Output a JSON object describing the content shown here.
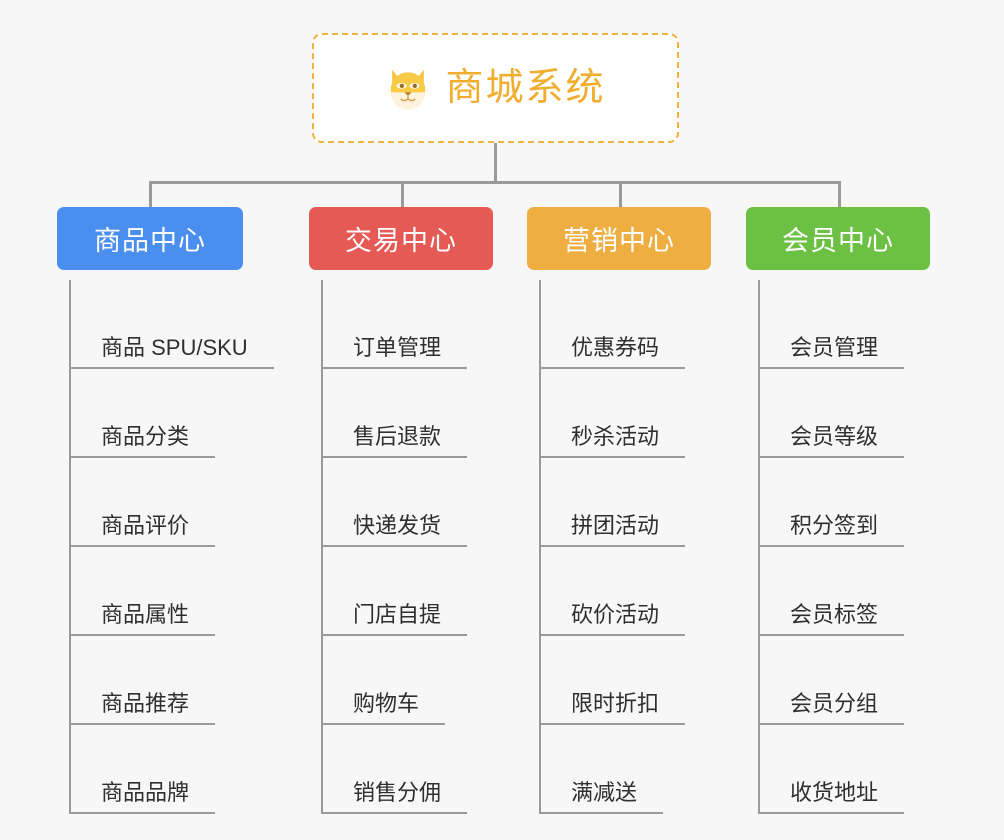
{
  "background_color": "#f7f7f7",
  "root": {
    "title": "商城系统",
    "icon": "dog-face-icon",
    "border_color": "#f2b33d",
    "text_color": "#f0ad2e"
  },
  "connector_color": "#9a9a9a",
  "columns": [
    {
      "id": "product-center",
      "header": "商品中心",
      "color": "#4a8ef0",
      "items": [
        "商品 SPU/SKU",
        "商品分类",
        "商品评价",
        "商品属性",
        "商品推荐",
        "商品品牌"
      ]
    },
    {
      "id": "trade-center",
      "header": "交易中心",
      "color": "#e55a55",
      "items": [
        "订单管理",
        "售后退款",
        "快递发货",
        "门店自提",
        "购物车",
        "销售分佣"
      ]
    },
    {
      "id": "marketing-center",
      "header": "营销中心",
      "color": "#eeae42",
      "items": [
        "优惠券码",
        "秒杀活动",
        "拼团活动",
        "砍价活动",
        "限时折扣",
        "满减送"
      ]
    },
    {
      "id": "member-center",
      "header": "会员中心",
      "color": "#6cc144",
      "items": [
        "会员管理",
        "会员等级",
        "积分签到",
        "会员标签",
        "会员分组",
        "收货地址"
      ]
    }
  ]
}
